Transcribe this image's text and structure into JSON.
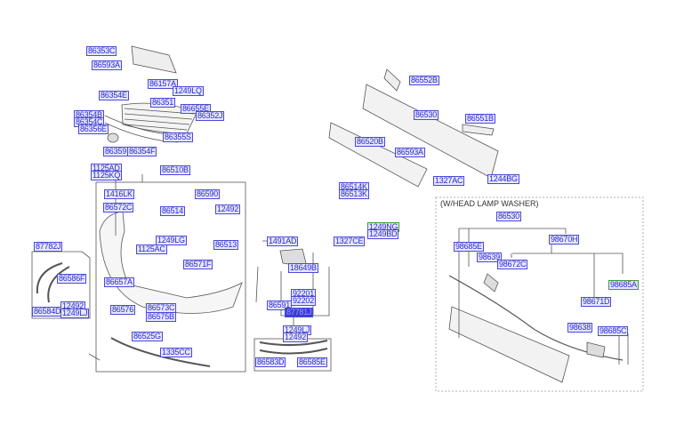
{
  "caption": "(W/HEAD LAMP WASHER)",
  "labels": [
    "86353C",
    "86593A",
    "86157A",
    "1249LQ",
    "86354E",
    "86351",
    "86655E",
    "86352J",
    "86354B",
    "86354C",
    "86356E",
    "86355S",
    "86359",
    "86354F",
    "1125AD",
    "1125KQ",
    "86510B",
    "1416LK",
    "86572C",
    "86590",
    "86514",
    "12492",
    "1249LG",
    "86513",
    "1125AC",
    "86571F",
    "86657A",
    "86576",
    "86573C",
    "86575B",
    "86525G",
    "1335CC",
    "87782J",
    "86586F",
    "86584D",
    "12492",
    "1249LJ",
    "86514K",
    "86513K",
    "1249NG",
    "1249BD",
    "1491AD",
    "1327CE",
    "18649B",
    "92201",
    "92202",
    "86591",
    "87781J",
    "1249LJ",
    "12492",
    "86583D",
    "86585E",
    "86552B",
    "86530",
    "86551B",
    "86520B",
    "86593A",
    "1327AC",
    "1244BG",
    "86530",
    "98685E",
    "98670H",
    "98639",
    "98672C",
    "98685A",
    "98671D",
    "98638",
    "98685C"
  ],
  "colors": {
    "label_border": "#4a4ad8",
    "label_fill": "#e6e6ff",
    "label_text": "#2a2acc",
    "highlight": "#3b3bd8",
    "green_border": "#3a9a3a"
  }
}
